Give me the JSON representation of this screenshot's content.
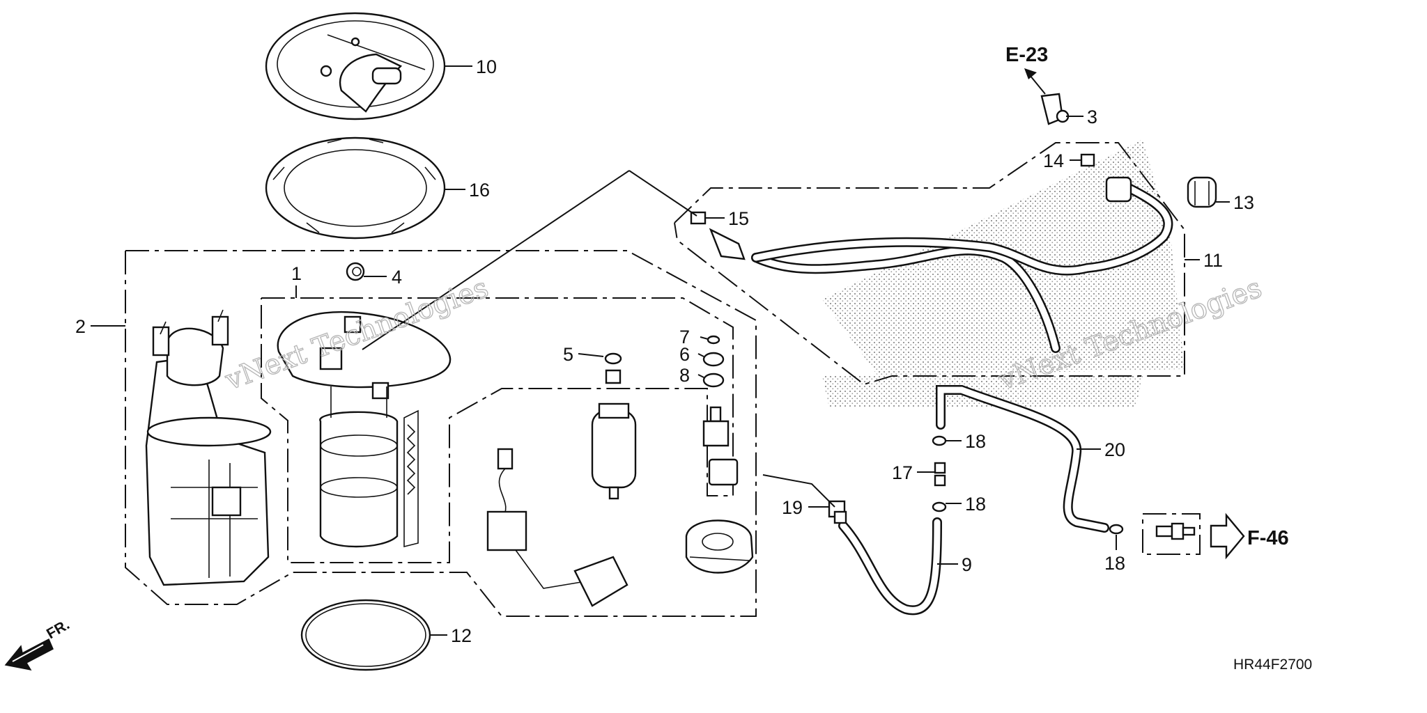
{
  "diagram": {
    "parts": [
      {
        "id": "p1",
        "label": "1"
      },
      {
        "id": "p2",
        "label": "2"
      },
      {
        "id": "p3",
        "label": "3"
      },
      {
        "id": "p4",
        "label": "4"
      },
      {
        "id": "p5",
        "label": "5"
      },
      {
        "id": "p6",
        "label": "6"
      },
      {
        "id": "p7",
        "label": "7"
      },
      {
        "id": "p8",
        "label": "8"
      },
      {
        "id": "p9",
        "label": "9"
      },
      {
        "id": "p10",
        "label": "10"
      },
      {
        "id": "p11",
        "label": "11"
      },
      {
        "id": "p12",
        "label": "12"
      },
      {
        "id": "p13",
        "label": "13"
      },
      {
        "id": "p14",
        "label": "14"
      },
      {
        "id": "p15",
        "label": "15"
      },
      {
        "id": "p16",
        "label": "16"
      },
      {
        "id": "p17",
        "label": "17"
      },
      {
        "id": "p18a",
        "label": "18"
      },
      {
        "id": "p18b",
        "label": "18"
      },
      {
        "id": "p18c",
        "label": "18"
      },
      {
        "id": "p19",
        "label": "19"
      },
      {
        "id": "p20",
        "label": "20"
      }
    ],
    "references": {
      "e23": "E-23",
      "f46": "F-46",
      "front": "FR."
    },
    "drawing_code": "HR44F2700",
    "watermark": "vNext Technologies",
    "colors": {
      "line": "#111111",
      "background": "#ffffff",
      "watermark": "#b5b5b5",
      "stipple": "#9a9a9a"
    }
  }
}
